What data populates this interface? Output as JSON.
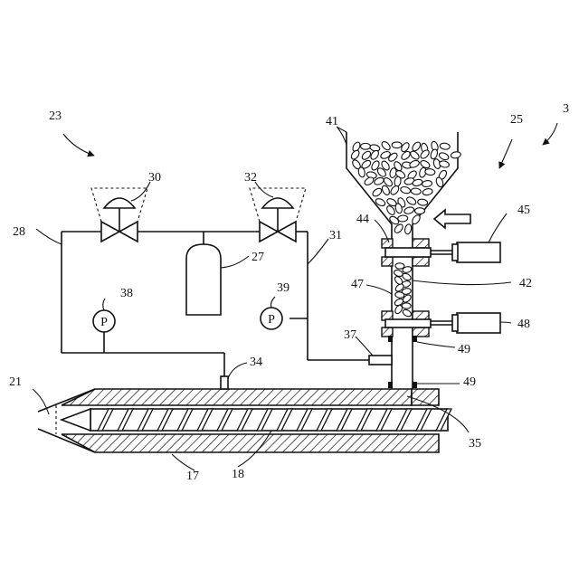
{
  "figure": {
    "labels": {
      "l3": "3",
      "l17": "17",
      "l18": "18",
      "l21": "21",
      "l23": "23",
      "l25": "25",
      "l27": "27",
      "l28": "28",
      "l30": "30",
      "l31": "31",
      "l32": "32",
      "l34": "34",
      "l35": "35",
      "l37": "37",
      "l38": "38",
      "l39": "39",
      "l41": "41",
      "l42": "42",
      "l44": "44",
      "l45": "45",
      "l47": "47",
      "l48": "48",
      "l49a": "49",
      "l49b": "49"
    },
    "gauge_symbol": "P",
    "colors": {
      "ink": "#111111",
      "paper": "#ffffff"
    }
  }
}
